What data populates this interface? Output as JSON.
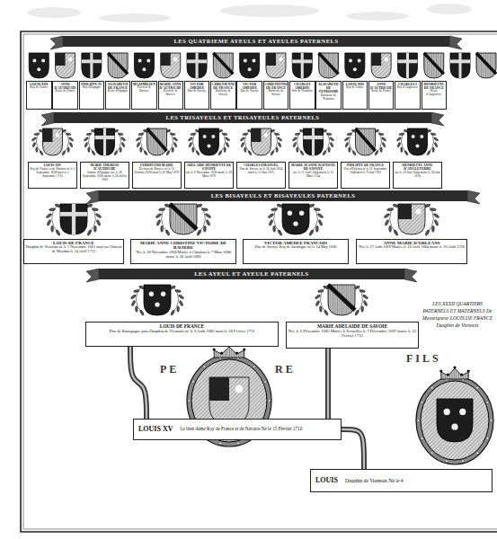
{
  "diagram": {
    "title": "LES XXXII QUARTIERS PATERNELS ET MATERNELS De Monseigneur LOUIS DE FRANCE Dauphin de Viennois",
    "nodes": [
      {
        "text": [
          "LES QUATRIEME AYEULS ET AYEULES PATERNELS"
        ]
      },
      {
        "text": [
          "LOUIS XIII",
          "Roy de France"
        ]
      },
      {
        "text": [
          "ANNE D'AUTRICHE",
          "Reine de France"
        ]
      },
      {
        "text": [
          "PHILIPPE IV",
          "Roy d'Espagne"
        ]
      },
      {
        "text": [
          "ELISABETH DE FRANCE",
          "Reine d'Espagne"
        ]
      },
      {
        "text": [
          "MAXIMILIEN",
          "Electeur de Baviere"
        ]
      },
      {
        "text": [
          "MARIE ANNE D'AUTRICHE",
          "Electrice de Baviere"
        ]
      },
      {
        "text": [
          "VICTOR AMEDEE",
          "Duc de Savoye"
        ]
      },
      {
        "text": [
          "CHRETIENNE DE FRANCE",
          "Duchesse de Savoye"
        ]
      },
      {
        "text": [
          "VICTOR AMEDEE",
          "Duc de Savoye"
        ]
      },
      {
        "text": [
          "CHRETIENNE DE FRANCE",
          "Duchesse de Savoye"
        ]
      },
      {
        "text": [
          "CHARLES AMEDEE",
          "Duc de Nemours"
        ]
      },
      {
        "text": [
          "ELISABETH DE VENDOSME",
          "Duchesse de Nemours"
        ]
      },
      {
        "text": [
          "LOUIS XIII",
          "Roy de France"
        ]
      },
      {
        "text": [
          "ANNE D'AUTRICHE",
          "Reine de France"
        ]
      },
      {
        "text": [
          "CHARLES I",
          "Roy d'Angleterre"
        ]
      },
      {
        "text": [
          "HENRIETTE DE FRANCE",
          "Reine d'Angleterre"
        ]
      },
      {
        "text": [
          "LES TRISAYEULS ET TRISAYEULES PATERNELS"
        ]
      },
      {
        "text": [
          "LOUIS XIV",
          "Roy de France et de Navarre né le 5 Septembre 1638 mort le 1 Septembre 1715"
        ]
      },
      {
        "text": [
          "MARIE THERESE D'AUTRICHE",
          "Infante d'Espagne née le 20 Septembre 1638 morte le 30 Juillet 1683"
        ]
      },
      {
        "text": [
          "FERDINAND MARIE",
          "Electeur de Baviere né le 31 Octobre 1636 mort le 26 May 1679"
        ]
      },
      {
        "text": [
          "ADELAIDE HENRIETTE DE SAVOYE",
          "née le 6 Novembre 1636 morte le 18 Mars 1676"
        ]
      },
      {
        "text": [
          "CHARLES EMANUEL",
          "Duc de Savoye né le 20 Juin 1634 mort le 12 Juin 1675"
        ]
      },
      {
        "text": [
          "MARIE JEANNE BAPTISTE DE SAVOYE",
          "née le 11 Avril 1644 morte le 15 Mars 1724"
        ]
      },
      {
        "text": [
          "PHILIPPE DE FRANCE",
          "Duc d'Orleans né le 21 Septembre 1640 mort le 9 Juin 1701"
        ]
      },
      {
        "text": [
          "HENRIETTE ANNE D'ANGLETERRE",
          "née le 16 Juin 1644 morte le 30 Juin 1670"
        ]
      },
      {
        "text": [
          "LES BISAYEULS ET BISAYEULES PATERNELS"
        ]
      },
      {
        "text": [
          "LOUIS DE FRANCE",
          "Dauphin de Viennois né le 1 Novembre 1661 mort au Chateau de Meudon le 14 Avril 1711"
        ]
      },
      {
        "text": [
          "MARIE ANNE CHRISTINE VICTOIRE DE BAVIERE",
          "Née le 28 Novembre 1660 Mariée à Chaalons le 7 Mars 1680 morte le 20 Avril 1690"
        ]
      },
      {
        "text": [
          "VICTOR AMEDEE FRANCOIS",
          "Duc de Savoye Roy de Sardaigne né le 14 May 1666"
        ]
      },
      {
        "text": [
          "ANNE MARIE D'ORLEANS",
          "Née le 27 Août 1669 Mariée le 10 Avril 1684 morte le 26 Août 1728"
        ]
      },
      {
        "text": [
          "LES AYEUL ET AYEULE PATERNELS"
        ]
      },
      {
        "text": [
          "LOUIS DE FRANCE",
          "Duc de Bourgogne puis Dauphin de Viennois né le 6 Août 1682 mort le 18 Février 1712"
        ]
      },
      {
        "text": [
          "MARIE ADELAIDE DE SAVOIE",
          "Née le 6 Décembre 1685 Mariée à Versailles le 7 Décembre 1697 morte le 12 Février 1712"
        ]
      },
      {
        "text": [
          "LOUIS XV",
          "Le bien Aimé Roy de France et de Navarre Né le 15 Février 1710"
        ]
      },
      {
        "text": [
          "LOUIS",
          "Dauphin de Viennois Né le 4"
        ]
      }
    ],
    "edges": [
      {
        "from": 34,
        "to": 32,
        "arrow": "none"
      },
      {
        "from": 34,
        "to": 33,
        "arrow": "none"
      },
      {
        "from": 35,
        "to": 34,
        "arrow": "none"
      }
    ],
    "labels": [
      "PE",
      "RE",
      "FILS"
    ]
  }
}
